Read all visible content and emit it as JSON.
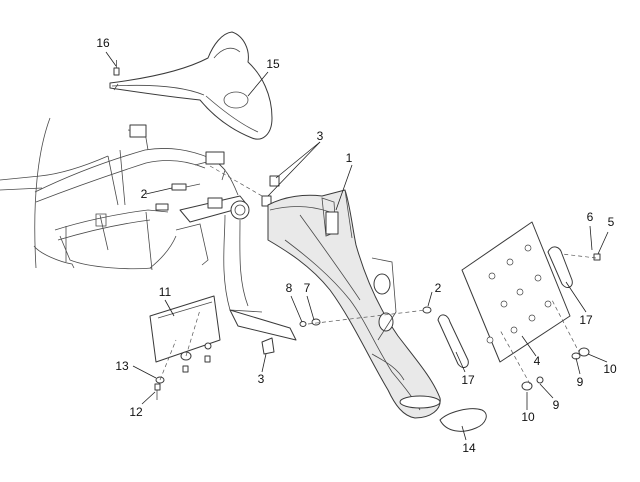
{
  "diagram": {
    "callouts": [
      {
        "id": "c1",
        "label": "1"
      },
      {
        "id": "c2a",
        "label": "2"
      },
      {
        "id": "c2b",
        "label": "2"
      },
      {
        "id": "c3a",
        "label": "3"
      },
      {
        "id": "c3b",
        "label": "3"
      },
      {
        "id": "c4",
        "label": "4"
      },
      {
        "id": "c5",
        "label": "5"
      },
      {
        "id": "c6",
        "label": "6"
      },
      {
        "id": "c7",
        "label": "7"
      },
      {
        "id": "c8",
        "label": "8"
      },
      {
        "id": "c9a",
        "label": "9"
      },
      {
        "id": "c9b",
        "label": "9"
      },
      {
        "id": "c10a",
        "label": "10"
      },
      {
        "id": "c10b",
        "label": "10"
      },
      {
        "id": "c11",
        "label": "11"
      },
      {
        "id": "c12",
        "label": "12"
      },
      {
        "id": "c13",
        "label": "13"
      },
      {
        "id": "c14",
        "label": "14"
      },
      {
        "id": "c15",
        "label": "15"
      },
      {
        "id": "c16",
        "label": "16"
      },
      {
        "id": "c17a",
        "label": "17"
      },
      {
        "id": "c17b",
        "label": "17"
      }
    ]
  }
}
